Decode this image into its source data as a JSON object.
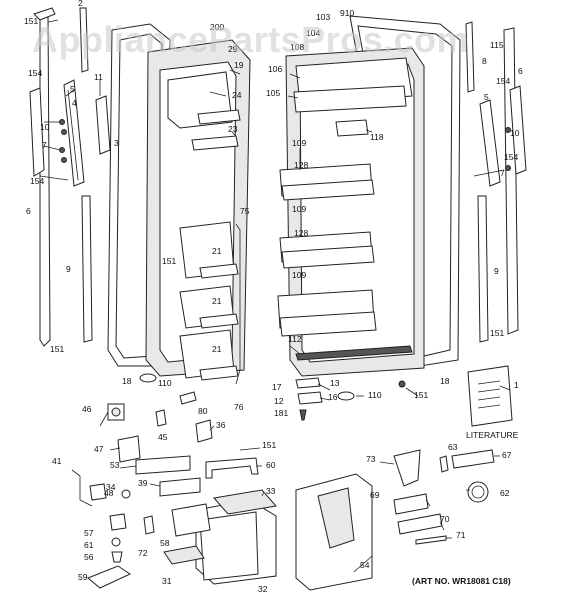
{
  "watermark": "AppliancePartsPros.com",
  "art_no": "(ART NO. WR18081 C18)",
  "literature_label": "LITERATURE",
  "callouts": [
    {
      "id": "c151a",
      "text": "151"
    },
    {
      "id": "c5a",
      "text": "5"
    },
    {
      "id": "c2",
      "text": "2"
    },
    {
      "id": "c154a",
      "text": "154"
    },
    {
      "id": "c11",
      "text": "11"
    },
    {
      "id": "c4",
      "text": "4"
    },
    {
      "id": "c10a",
      "text": "10"
    },
    {
      "id": "c7a",
      "text": "7"
    },
    {
      "id": "c3",
      "text": "3"
    },
    {
      "id": "c154b",
      "text": "154"
    },
    {
      "id": "c6a",
      "text": "6"
    },
    {
      "id": "c9a",
      "text": "9"
    },
    {
      "id": "c151b",
      "text": "151"
    },
    {
      "id": "c18a",
      "text": "18"
    },
    {
      "id": "c110a",
      "text": "110"
    },
    {
      "id": "c80",
      "text": "80"
    },
    {
      "id": "c76",
      "text": "76"
    },
    {
      "id": "c75",
      "text": "75"
    },
    {
      "id": "c151c",
      "text": "151"
    },
    {
      "id": "c21a",
      "text": "21"
    },
    {
      "id": "c21b",
      "text": "21"
    },
    {
      "id": "c21c",
      "text": "21"
    },
    {
      "id": "c23",
      "text": "23"
    },
    {
      "id": "c24",
      "text": "24"
    },
    {
      "id": "c19",
      "text": "19"
    },
    {
      "id": "c29",
      "text": "29"
    },
    {
      "id": "c200",
      "text": "200"
    },
    {
      "id": "c103",
      "text": "103"
    },
    {
      "id": "c910",
      "text": "910"
    },
    {
      "id": "c104",
      "text": "104"
    },
    {
      "id": "c108",
      "text": "108"
    },
    {
      "id": "c106",
      "text": "106"
    },
    {
      "id": "c105",
      "text": "105"
    },
    {
      "id": "c118",
      "text": "118"
    },
    {
      "id": "c109a",
      "text": "109"
    },
    {
      "id": "c128a",
      "text": "128"
    },
    {
      "id": "c109b",
      "text": "109"
    },
    {
      "id": "c128b",
      "text": "128"
    },
    {
      "id": "c109c",
      "text": "109"
    },
    {
      "id": "c112",
      "text": "112"
    },
    {
      "id": "c13",
      "text": "13"
    },
    {
      "id": "c17",
      "text": "17"
    },
    {
      "id": "c12",
      "text": "12"
    },
    {
      "id": "c16",
      "text": "16"
    },
    {
      "id": "c181",
      "text": "181"
    },
    {
      "id": "c110b",
      "text": "110"
    },
    {
      "id": "c151d",
      "text": "151"
    },
    {
      "id": "c18b",
      "text": "18"
    },
    {
      "id": "c115",
      "text": "115"
    },
    {
      "id": "c8",
      "text": "8"
    },
    {
      "id": "c6b",
      "text": "6"
    },
    {
      "id": "c154c",
      "text": "154"
    },
    {
      "id": "c5b",
      "text": "5"
    },
    {
      "id": "c10b",
      "text": "10"
    },
    {
      "id": "c154d",
      "text": "154"
    },
    {
      "id": "c7b",
      "text": "7"
    },
    {
      "id": "c9b",
      "text": "9"
    },
    {
      "id": "c151e",
      "text": "151"
    },
    {
      "id": "c1",
      "text": "1"
    },
    {
      "id": "c46",
      "text": "46"
    },
    {
      "id": "c45",
      "text": "45"
    },
    {
      "id": "c36",
      "text": "36"
    },
    {
      "id": "c47",
      "text": "47"
    },
    {
      "id": "c151f",
      "text": "151"
    },
    {
      "id": "c41",
      "text": "41"
    },
    {
      "id": "c53",
      "text": "53"
    },
    {
      "id": "c60",
      "text": "60"
    },
    {
      "id": "c39",
      "text": "39"
    },
    {
      "id": "c33",
      "text": "33"
    },
    {
      "id": "c34",
      "text": "34"
    },
    {
      "id": "c48",
      "text": "48"
    },
    {
      "id": "c57",
      "text": "57"
    },
    {
      "id": "c61",
      "text": "61"
    },
    {
      "id": "c56",
      "text": "56"
    },
    {
      "id": "c72",
      "text": "72"
    },
    {
      "id": "c58",
      "text": "58"
    },
    {
      "id": "c59",
      "text": "59"
    },
    {
      "id": "c31",
      "text": "31"
    },
    {
      "id": "c32",
      "text": "32"
    },
    {
      "id": "c73",
      "text": "73"
    },
    {
      "id": "c63",
      "text": "63"
    },
    {
      "id": "c67",
      "text": "67"
    },
    {
      "id": "c62",
      "text": "62"
    },
    {
      "id": "c69",
      "text": "69"
    },
    {
      "id": "c70",
      "text": "70"
    },
    {
      "id": "c71",
      "text": "71"
    },
    {
      "id": "c54",
      "text": "54"
    }
  ]
}
